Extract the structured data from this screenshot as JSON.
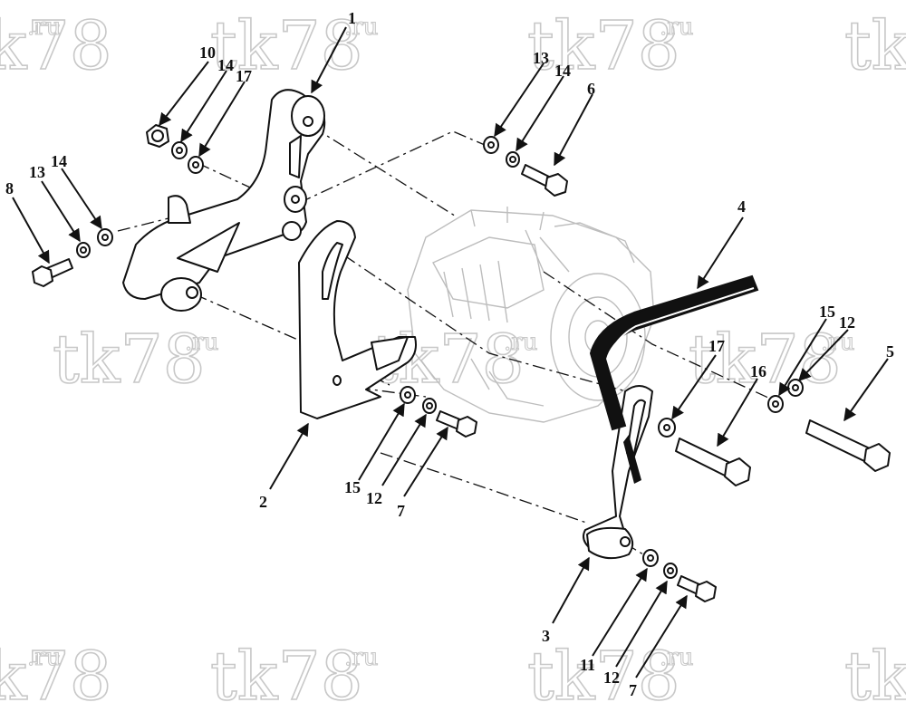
{
  "watermark": {
    "main": "tk78",
    "suffix": ".ru"
  },
  "callouts": [
    {
      "id": "c1",
      "label": "1"
    },
    {
      "id": "c2",
      "label": "2"
    },
    {
      "id": "c3",
      "label": "3"
    },
    {
      "id": "c4",
      "label": "4"
    },
    {
      "id": "c5",
      "label": "5"
    },
    {
      "id": "c6",
      "label": "6"
    },
    {
      "id": "c7a",
      "label": "7"
    },
    {
      "id": "c7b",
      "label": "7"
    },
    {
      "id": "c8",
      "label": "8"
    },
    {
      "id": "c10",
      "label": "10"
    },
    {
      "id": "c11",
      "label": "11"
    },
    {
      "id": "c12a",
      "label": "12"
    },
    {
      "id": "c12b",
      "label": "12"
    },
    {
      "id": "c12c",
      "label": "12"
    },
    {
      "id": "c13a",
      "label": "13"
    },
    {
      "id": "c13b",
      "label": "13"
    },
    {
      "id": "c14a",
      "label": "14"
    },
    {
      "id": "c14b",
      "label": "14"
    },
    {
      "id": "c14c",
      "label": "14"
    },
    {
      "id": "c15a",
      "label": "15"
    },
    {
      "id": "c15b",
      "label": "15"
    },
    {
      "id": "c16",
      "label": "16"
    },
    {
      "id": "c17a",
      "label": "17"
    },
    {
      "id": "c17b",
      "label": "17"
    }
  ]
}
